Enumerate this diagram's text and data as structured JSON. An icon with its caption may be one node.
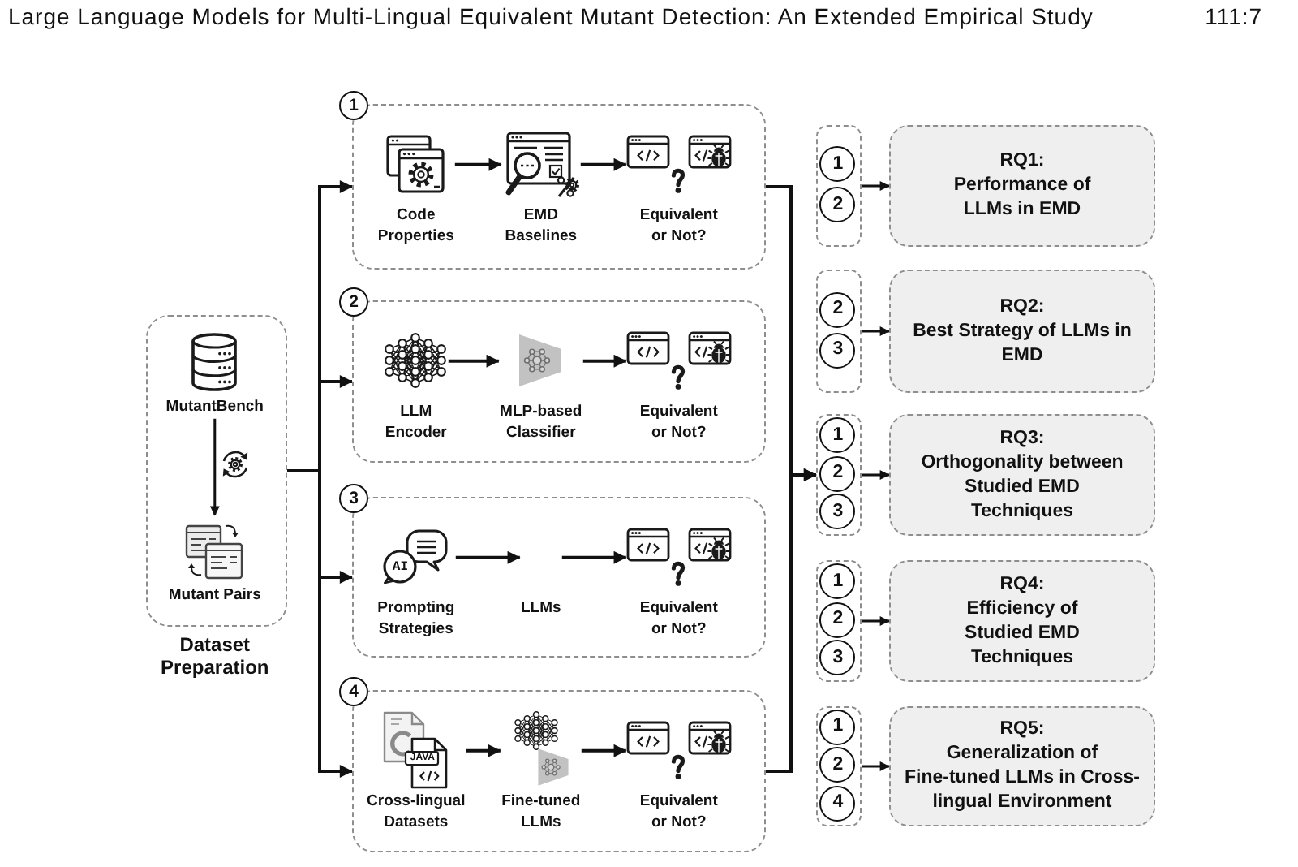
{
  "diagram": {
    "nodes": [
      {
        "text": [
          "Dataset Preparation"
        ]
      },
      {
        "text": [
          "MutantBench"
        ],
        "in": 0
      },
      {
        "text": [
          "Mutant Pairs"
        ],
        "in": 0
      },
      {
        "text": [],
        "shape": "box"
      },
      {
        "text": [
          "1"
        ]
      },
      {
        "text": [
          "Code Properties"
        ],
        "in": 3
      },
      {
        "text": [
          "EMD Baselines"
        ],
        "in": 3
      },
      {
        "text": [
          "Equivalent or Not?"
        ],
        "in": 3
      },
      {
        "text": [],
        "shape": "box"
      },
      {
        "text": [
          "2"
        ]
      },
      {
        "text": [
          "LLM Encoder"
        ],
        "in": 8
      },
      {
        "text": [
          "MLP-based Classifier"
        ],
        "in": 8
      },
      {
        "text": [
          "Equivalent or Not?"
        ],
        "in": 8
      },
      {
        "text": [],
        "shape": "box"
      },
      {
        "text": [
          "3"
        ]
      },
      {
        "text": [
          "Prompting Strategies"
        ],
        "in": 13
      },
      {
        "text": [
          "LLMs"
        ],
        "in": 13
      },
      {
        "text": [
          "Equivalent or Not?"
        ],
        "in": 13
      },
      {
        "text": [],
        "shape": "box"
      },
      {
        "text": [
          "4"
        ]
      },
      {
        "text": [
          "Cross-lingual Datasets"
        ],
        "in": 18
      },
      {
        "text": [
          "Fine-tuned LLMs"
        ],
        "in": 18
      },
      {
        "text": [
          "Equivalent or Not?"
        ],
        "in": 18
      },
      {
        "text": [],
        "shape": "box"
      },
      {
        "text": [
          "1"
        ],
        "in": 23
      },
      {
        "text": [
          "2"
        ],
        "in": 23
      },
      {
        "text": [
          "RQ1:",
          "Performance of LLMs in EMD"
        ]
      },
      {
        "text": [],
        "shape": "box"
      },
      {
        "text": [
          "2"
        ],
        "in": 27
      },
      {
        "text": [
          "3"
        ],
        "in": 27
      },
      {
        "text": [
          "RQ2:",
          "Best Strategy of LLMs in EMD"
        ]
      },
      {
        "text": [],
        "shape": "box"
      },
      {
        "text": [
          "1"
        ],
        "in": 31
      },
      {
        "text": [
          "2"
        ],
        "in": 31
      },
      {
        "text": [
          "3"
        ],
        "in": 31
      },
      {
        "text": [
          "RQ3:",
          "Orthogonality between Studied EMD Techniques"
        ]
      },
      {
        "text": [],
        "shape": "box"
      },
      {
        "text": [
          "1"
        ],
        "in": 36
      },
      {
        "text": [
          "2"
        ],
        "in": 36
      },
      {
        "text": [
          "3"
        ],
        "in": 36
      },
      {
        "text": [
          "RQ4:",
          "Efficiency of Studied EMD Techniques"
        ]
      },
      {
        "text": [],
        "shape": "box"
      },
      {
        "text": [
          "1"
        ],
        "in": 41
      },
      {
        "text": [
          "2"
        ],
        "in": 41
      },
      {
        "text": [
          "4"
        ],
        "in": 41
      },
      {
        "text": [
          "RQ5:",
          "Generalization of Fine-tuned LLMs in Cross-lingual Environment"
        ]
      }
    ],
    "edges": [
      {
        "from": 1,
        "to": 2,
        "arrow": "to"
      },
      {
        "from": 0,
        "to": 3,
        "arrow": "to"
      },
      {
        "from": 0,
        "to": 8,
        "arrow": "to"
      },
      {
        "from": 0,
        "to": 13,
        "arrow": "to"
      },
      {
        "from": 0,
        "to": 18,
        "arrow": "to"
      },
      {
        "from": 5,
        "to": 6,
        "arrow": "to"
      },
      {
        "from": 6,
        "to": 7,
        "arrow": "to"
      },
      {
        "from": 10,
        "to": 11,
        "arrow": "to"
      },
      {
        "from": 11,
        "to": 12,
        "arrow": "to"
      },
      {
        "from": 15,
        "to": 16,
        "arrow": "to"
      },
      {
        "from": 16,
        "to": 17,
        "arrow": "to"
      },
      {
        "from": 20,
        "to": 21,
        "arrow": "to"
      },
      {
        "from": 21,
        "to": 22,
        "arrow": "to"
      },
      {
        "from": 3,
        "to": 31,
        "arrow": "to"
      },
      {
        "from": 18,
        "to": 31,
        "arrow": "to"
      },
      {
        "from": 23,
        "to": 26,
        "arrow": "to"
      },
      {
        "from": 27,
        "to": 30,
        "arrow": "to"
      },
      {
        "from": 31,
        "to": 35,
        "arrow": "to"
      },
      {
        "from": 36,
        "to": 40,
        "arrow": "to"
      },
      {
        "from": 41,
        "to": 45,
        "arrow": "to"
      }
    ],
    "labels": [
      "Large Language Models for Multi-Lingual Equivalent Mutant Detection: An Extended Empirical Study",
      "111:7",
      "AI",
      "JAVA"
    ]
  }
}
